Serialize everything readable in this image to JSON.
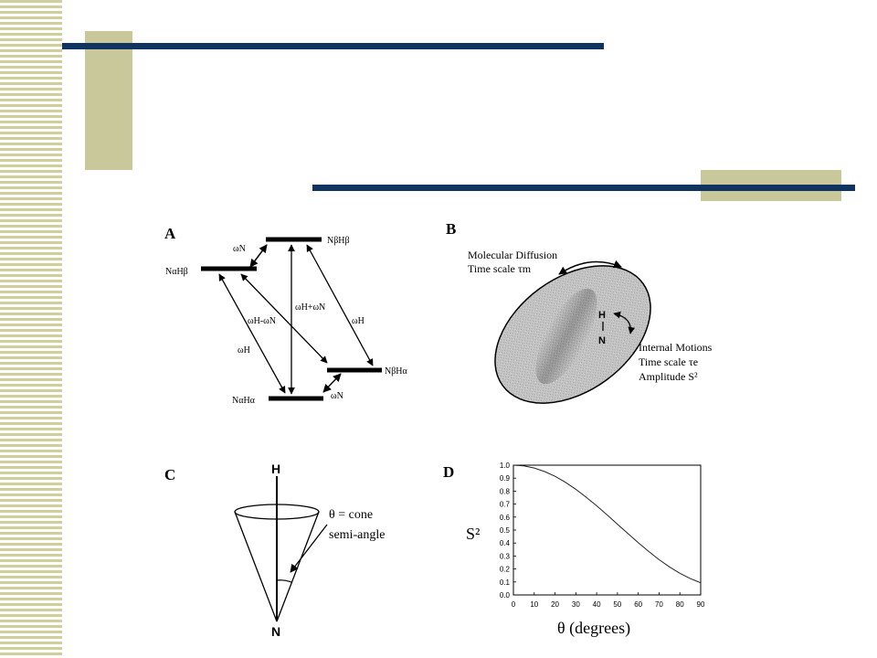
{
  "colors": {
    "navy": "#0f3460",
    "tan": "#c8c89a",
    "stripe": "#cfcf9c"
  },
  "panelA": {
    "label": "A",
    "levels": {
      "top": "NβHβ",
      "left": "NαHβ",
      "right": "NβHα",
      "bottom": "NαHα"
    },
    "transitions": {
      "wN_top": "ωN",
      "wH_minus_wN": "ωH-ωN",
      "wH_plus_wN": "ωH+ωN",
      "wH_right": "ωH",
      "wH_left": "ωH",
      "wN_bottom": "ωN"
    }
  },
  "panelB": {
    "label": "B",
    "diffusion_line1": "Molecular Diffusion",
    "diffusion_line2": "Time scale τm",
    "atom_H": "H",
    "atom_N": "N",
    "internal_line1": "Internal Motions",
    "internal_line2": "Time scale τe",
    "internal_line3": "Amplitude S²"
  },
  "panelC": {
    "label": "C",
    "atom_H": "H",
    "atom_N": "N",
    "theta_line1": "θ = cone",
    "theta_line2": "semi-angle"
  },
  "panelD": {
    "label": "D",
    "ylabel": "S²",
    "xlabel": "θ (degrees)"
  },
  "chart_data": {
    "type": "line",
    "title": "",
    "xlabel": "θ (degrees)",
    "ylabel": "S²",
    "xlim": [
      0,
      90
    ],
    "ylim": [
      0,
      1.0
    ],
    "xticks": [
      0,
      10,
      20,
      30,
      40,
      50,
      60,
      70,
      80,
      90
    ],
    "yticks": [
      0.0,
      0.1,
      0.2,
      0.3,
      0.4,
      0.5,
      0.6,
      0.7,
      0.8,
      0.9,
      1.0
    ],
    "xtick_labels": [
      "0",
      "10",
      "20",
      "30",
      "40",
      "50",
      "60",
      "70",
      "80",
      "90"
    ],
    "ytick_labels": [
      "0.0",
      "0.1",
      "0.2",
      "0.3",
      "0.4",
      "0.5",
      "0.6",
      "0.7",
      "0.8",
      "0.9",
      "1.0"
    ],
    "x": [
      0,
      5,
      10,
      15,
      20,
      25,
      30,
      35,
      40,
      45,
      50,
      55,
      60,
      65,
      70,
      75,
      80,
      85,
      90
    ],
    "values": [
      1.0,
      0.995,
      0.978,
      0.951,
      0.914,
      0.868,
      0.814,
      0.753,
      0.687,
      0.617,
      0.545,
      0.473,
      0.402,
      0.335,
      0.272,
      0.216,
      0.167,
      0.126,
      0.094
    ],
    "grid": false,
    "legend": "none"
  }
}
